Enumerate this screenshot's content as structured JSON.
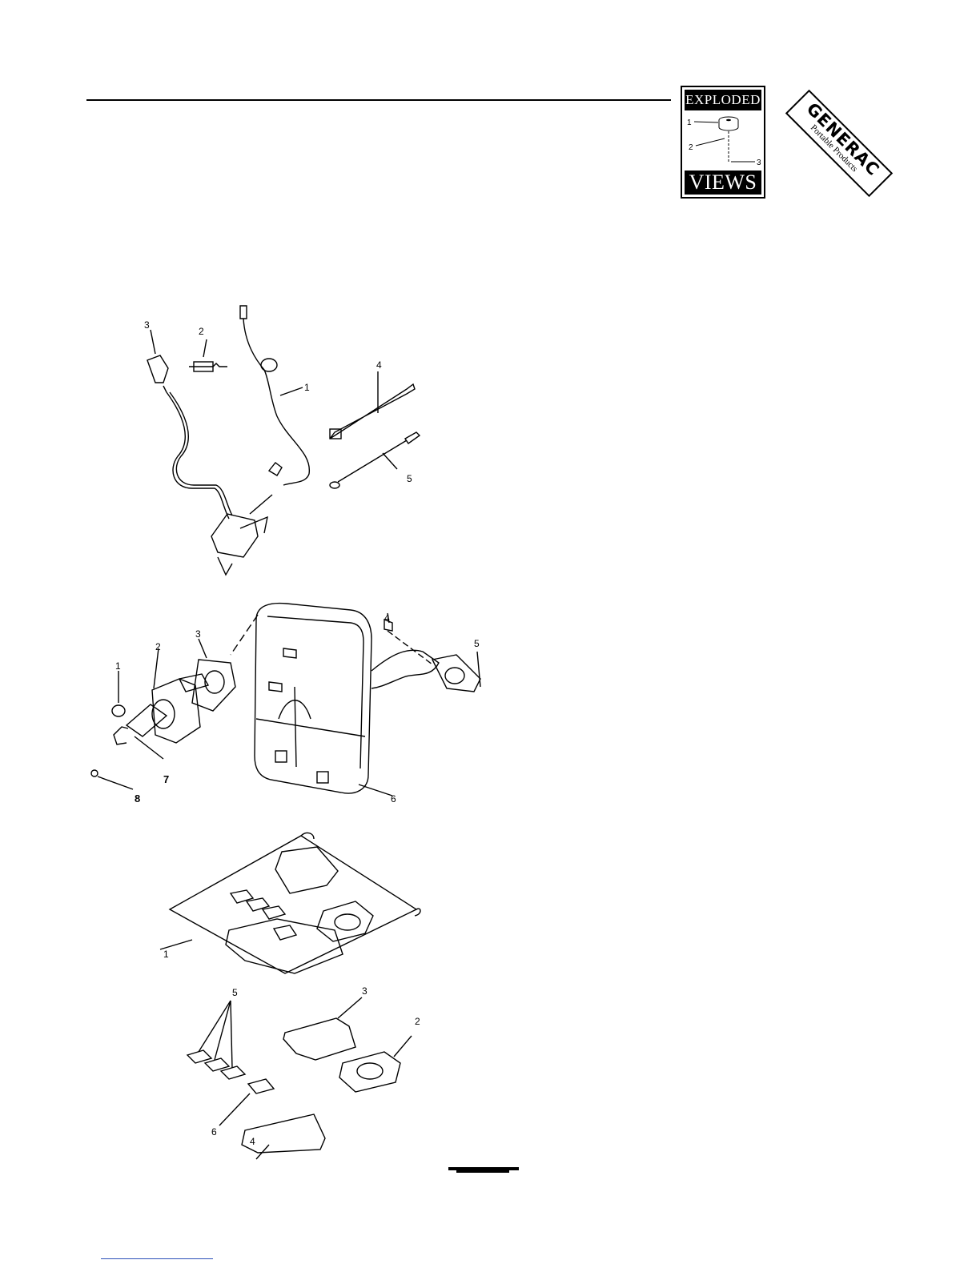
{
  "header": {
    "badge_top": "EXPLODED",
    "badge_bottom": "VIEWS",
    "badge_items": [
      "1",
      "2",
      "3"
    ],
    "brand": "GENERAC",
    "brand_sub": "Portable Products"
  },
  "figures": {
    "ignition": [
      "1",
      "2",
      "3",
      "4",
      "5"
    ],
    "muffler": [
      "1",
      "2",
      "3",
      "4",
      "5",
      "6",
      "7",
      "8"
    ],
    "gaskets": [
      "1",
      "2",
      "3",
      "4",
      "5",
      "6"
    ]
  }
}
